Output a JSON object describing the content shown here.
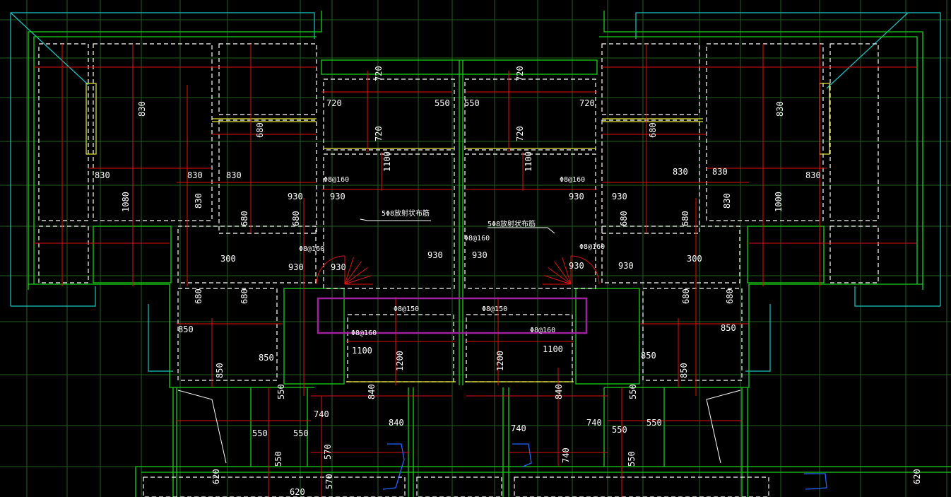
{
  "labels": {
    "d830": "830",
    "d680": "680",
    "d720": "720",
    "d550": "550",
    "d1100": "1100",
    "d930": "930",
    "d1080": "1080",
    "d1000": "1000",
    "d300": "300",
    "d850": "850",
    "d1200": "1200",
    "d840": "840",
    "d740": "740",
    "d570": "570",
    "d620": "620",
    "s160": "Φ8@160",
    "s150": "Φ8@150",
    "note": "5Φ8放射状布筋"
  },
  "colors": {
    "background": "#000000",
    "grid": "#1f5f1f",
    "wall": "#19d219",
    "outline": "#19c6c6",
    "rebar": "#e01010",
    "dashed": "#ffffff",
    "column": "#e8e838",
    "highlight": "#a020a0",
    "stair": "#2266ff"
  }
}
